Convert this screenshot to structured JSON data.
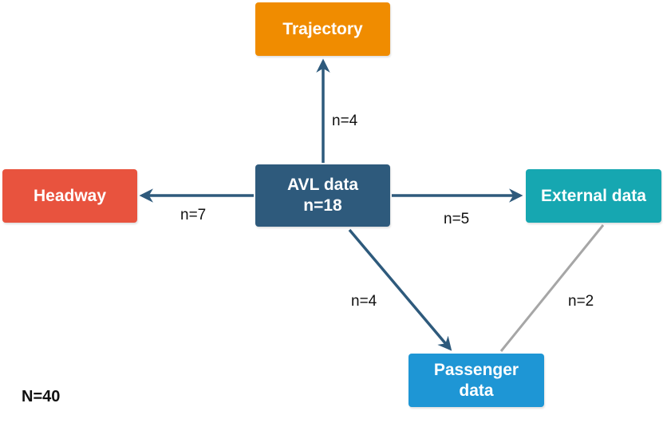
{
  "nodes": {
    "trajectory": {
      "label": "Trajectory",
      "color": "#F08C00"
    },
    "headway": {
      "label": "Headway",
      "color": "#E8533E"
    },
    "avl": {
      "line1": "AVL data",
      "line2": "n=18",
      "color": "#2E5A7C"
    },
    "external": {
      "label": "External data",
      "color": "#16A7B1"
    },
    "passenger": {
      "line1": "Passenger",
      "line2": "data",
      "color": "#1E96D5"
    }
  },
  "edges": {
    "avl_to_trajectory": {
      "label": "n=4",
      "color": "#2E5A7C"
    },
    "avl_to_headway": {
      "label": "n=7",
      "color": "#2E5A7C"
    },
    "avl_to_external": {
      "label": "n=5",
      "color": "#2E5A7C"
    },
    "avl_to_passenger": {
      "label": "n=4",
      "color": "#2E5A7C"
    },
    "external_passenger": {
      "label": "n=2",
      "color": "#A6A6A6"
    }
  },
  "total": "N=40"
}
